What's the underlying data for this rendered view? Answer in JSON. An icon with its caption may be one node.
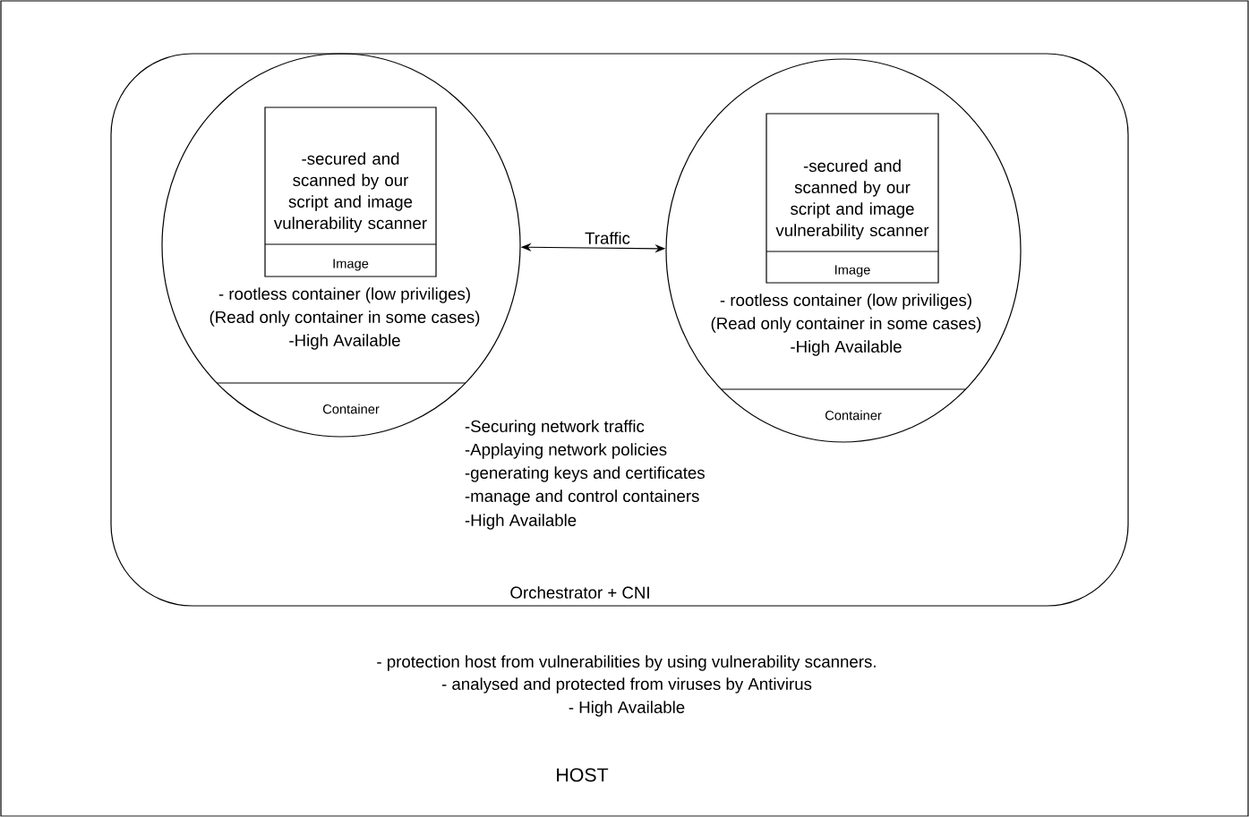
{
  "diagram": {
    "nodes": [
      {
        "text": [
          "- protection host from vulnerabilities by using vulnerability scanners.",
          "- analysed and protected from viruses by Antivirus",
          "- High Available",
          "HOST"
        ]
      },
      {
        "text": [
          "-Securing network traffic",
          "-Applaying network policies",
          "-generating keys and certificates",
          "-manage and control containers",
          "-High Available",
          "Orchestrator + CNI"
        ],
        "in": 0
      },
      {
        "text": [
          "- rootless container (low priviliges)",
          "(Read only container in some cases)",
          "-High Available",
          "Container"
        ],
        "in": 1
      },
      {
        "text": [
          "-secured and scanned by our script and image vulnerability scanner",
          "Image"
        ],
        "in": 2
      },
      {
        "text": [
          "- rootless container (low priviliges)",
          "(Read only container in some cases)",
          "-High Available",
          "Container"
        ],
        "in": 1
      },
      {
        "text": [
          "-secured and scanned by our script and image vulnerability scanner",
          "Image"
        ],
        "in": 4
      }
    ],
    "edges": [
      {
        "from": 2,
        "to": 4,
        "arrow": "both",
        "label": "Traffic"
      }
    ]
  }
}
